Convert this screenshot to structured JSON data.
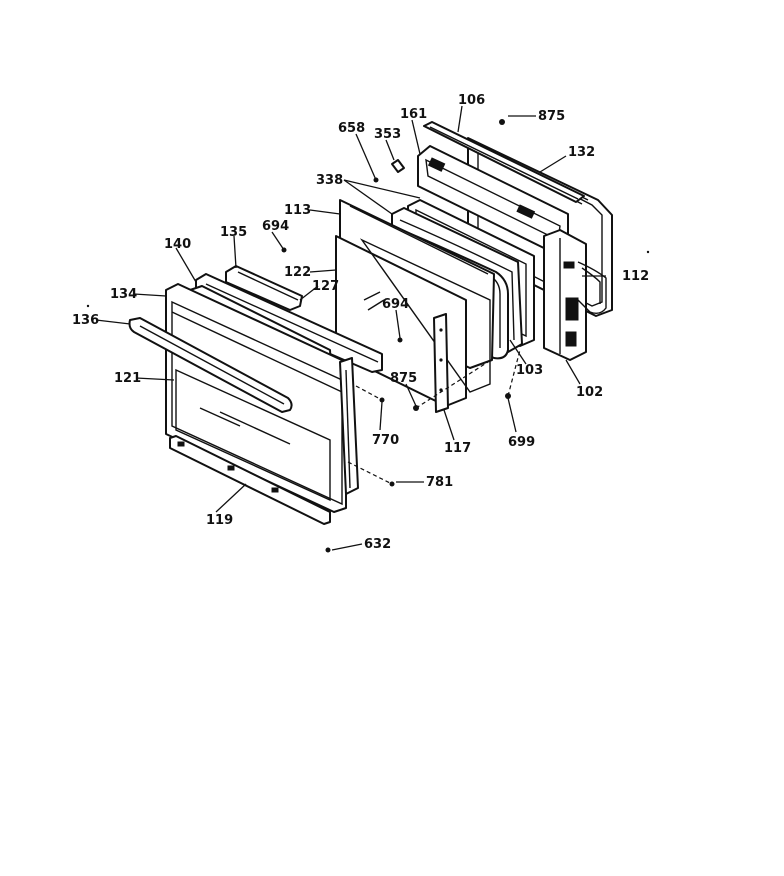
{
  "diagram": {
    "callouts": {
      "c106": "106",
      "c875_top": "875",
      "c161": "161",
      "c658": "658",
      "c353": "353",
      "c132": "132",
      "c338": "338",
      "c113": "113",
      "c135": "135",
      "c694_top": "694",
      "c140": "140",
      "c122": "122",
      "c112": "112",
      "c127": "127",
      "c134": "134",
      "c136": "136",
      "c694_mid": "694",
      "c121": "121",
      "c103": "103",
      "c875_mid": "875",
      "c102": "102",
      "c770": "770",
      "c117": "117",
      "c699": "699",
      "c781": "781",
      "c119": "119",
      "c632": "632"
    }
  }
}
